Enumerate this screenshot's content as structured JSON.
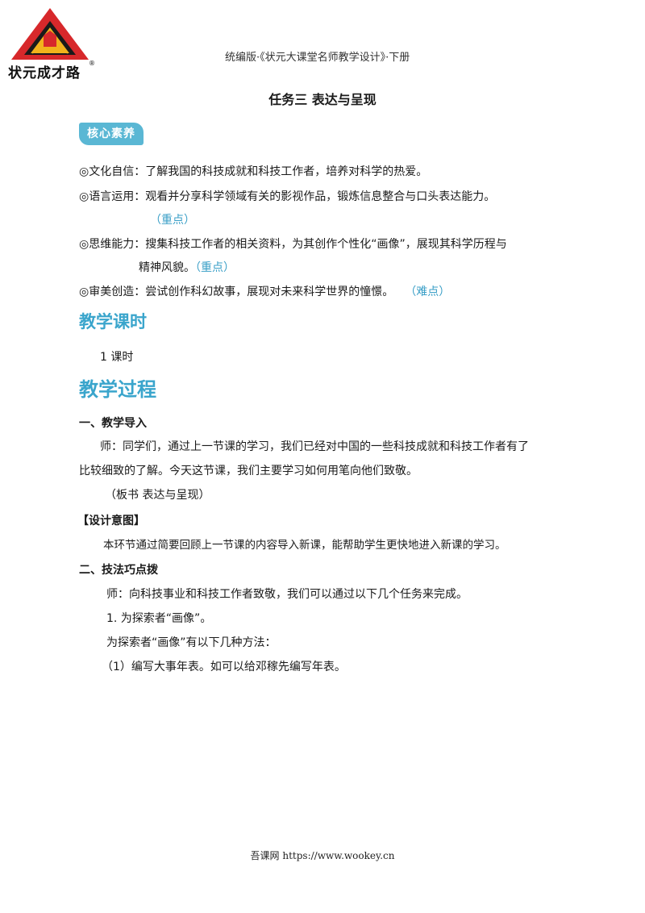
{
  "logo": {
    "text": "状元成才路",
    "reg": "®"
  },
  "header": {
    "title": "统编版·《状元大课堂名师教学设计》·下册"
  },
  "doc_title": "任务三  表达与呈现",
  "core": {
    "badge": "核心素养",
    "items": [
      {
        "text": "◎文化自信：了解我国的科技成就和科技工作者，培养对科学的热爱。"
      },
      {
        "text": "◎语言运用：观看并分享科学领域有关的影视作品，锻炼信息整合与口头表达能力。",
        "cont_hl": "（重点）"
      },
      {
        "text": "◎思维能力：搜集科技工作者的相关资料，为其创作个性化“画像”，展现其科学历程与",
        "cont": "精神风貌。",
        "cont_hl": "（重点）"
      },
      {
        "text": "◎审美创造：尝试创作科幻故事，展现对未来科学世界的憧憬。",
        "hl": "（难点）"
      }
    ]
  },
  "hours": {
    "heading": "教学课时",
    "value": "1 课时"
  },
  "process": {
    "heading": "教学过程",
    "s1_title": "一、教学导入",
    "s1_p1": "师：同学们，通过上一节课的学习，我们已经对中国的一些科技成就和科技工作者有了",
    "s1_p2": "比较细致的了解。今天这节课，我们主要学习如何用笔向他们致敬。",
    "s1_board": "（板书  表达与呈现）",
    "intent_title": "【设计意图】",
    "intent_text": "本环节通过简要回顾上一节课的内容导入新课，能帮助学生更快地进入新课的学习。",
    "s2_title": "二、技法巧点拨",
    "s2_p1": "师：向科技事业和科技工作者致敬，我们可以通过以下几个任务来完成。",
    "s2_p2": "1. 为探索者“画像”。",
    "s2_p3": "为探索者“画像”有以下几种方法：",
    "s2_p4": "（1）编写大事年表。如可以给邓稼先编写年表。"
  },
  "footer": {
    "text": "吾课网 https://www.wookey.cn"
  },
  "colors": {
    "accent": "#3aa5cc",
    "badge": "#5ab7d4",
    "logo_red": "#d7282b",
    "logo_gold": "#f2b21c"
  }
}
